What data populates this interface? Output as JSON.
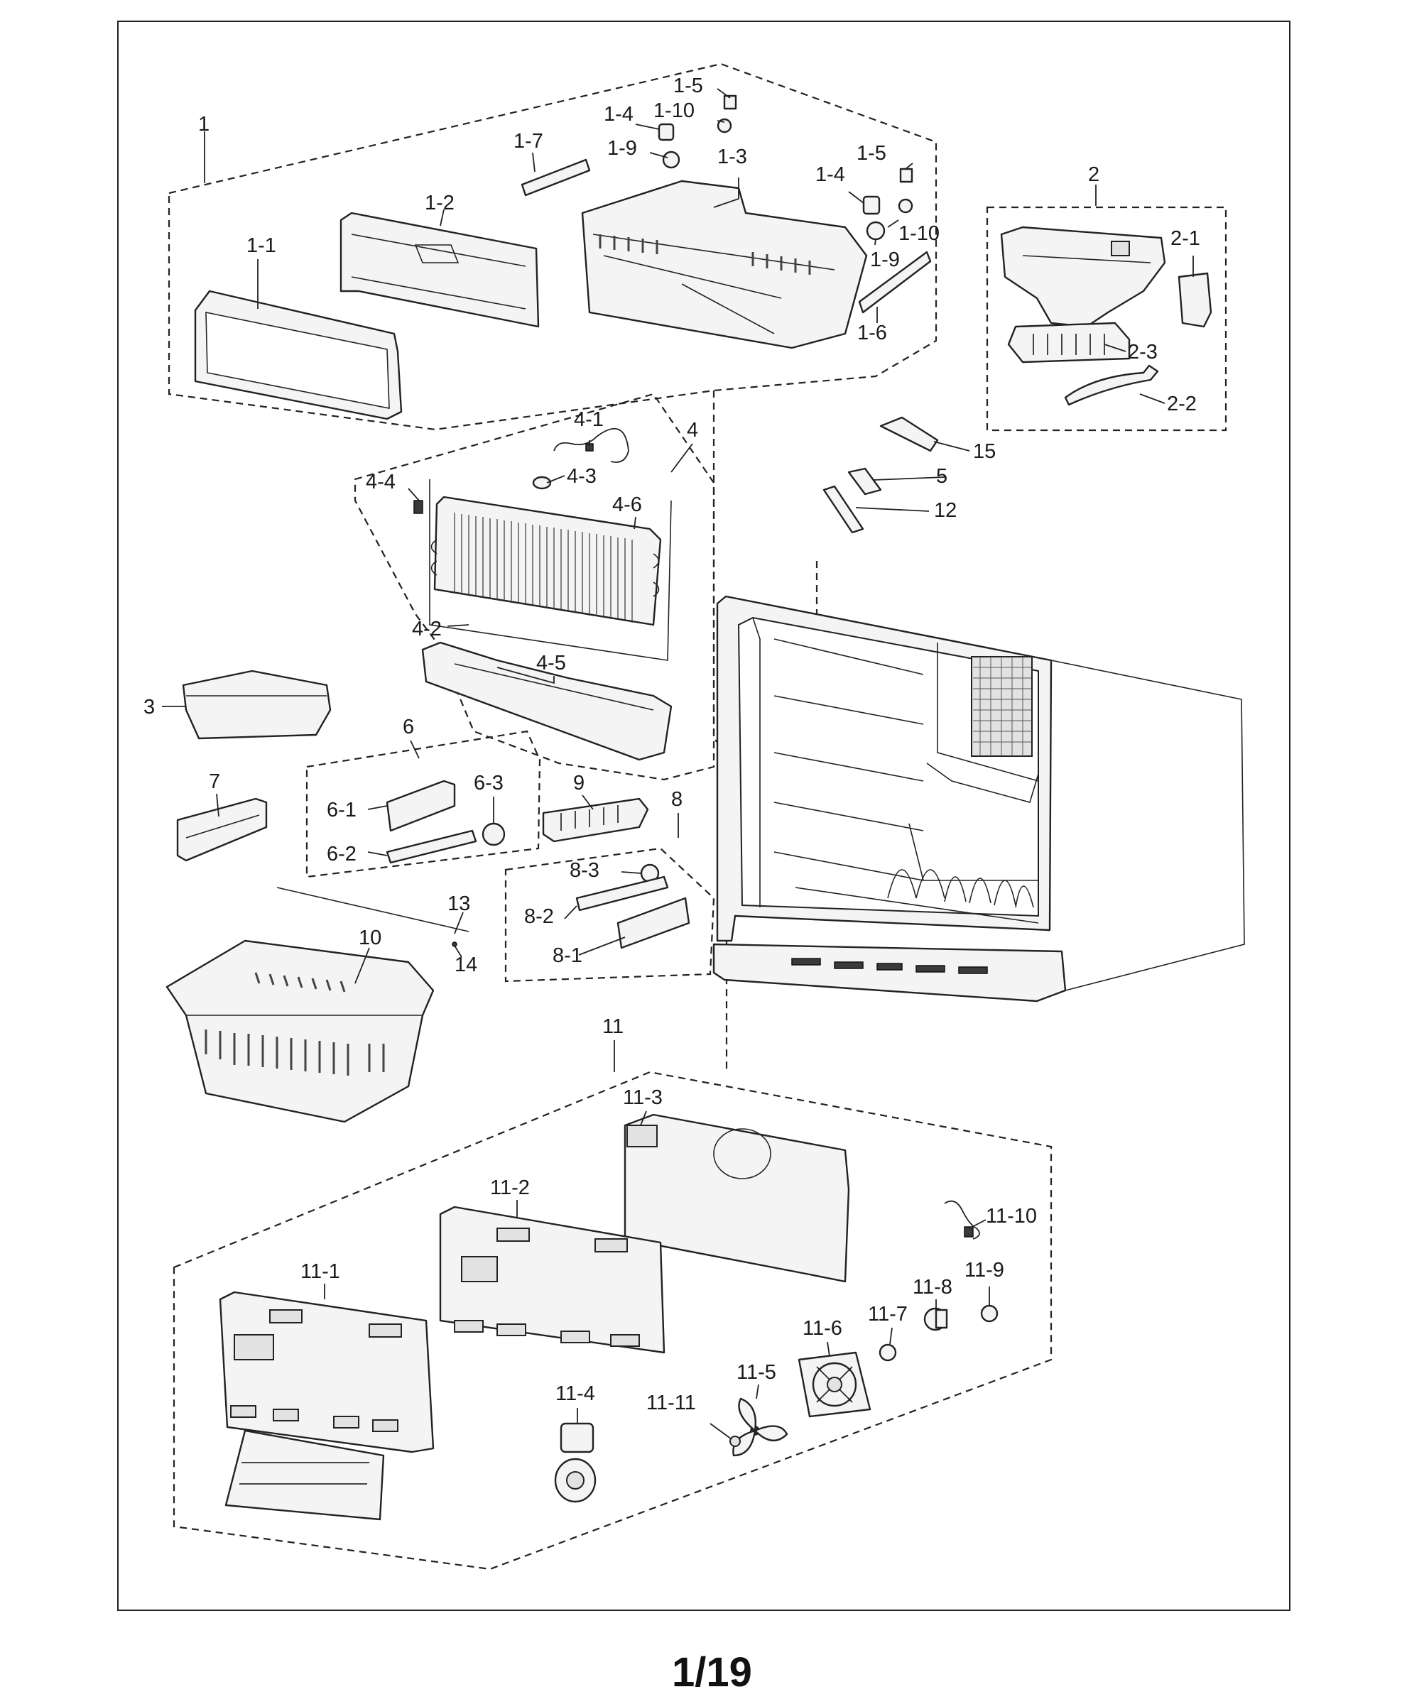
{
  "page_number": "1/19",
  "callouts": {
    "c1": "1",
    "c1_1": "1-1",
    "c1_2": "1-2",
    "c1_3": "1-3",
    "c1_4a": "1-4",
    "c1_4b": "1-4",
    "c1_5a": "1-5",
    "c1_5b": "1-5",
    "c1_6": "1-6",
    "c1_7": "1-7",
    "c1_9a": "1-9",
    "c1_9b": "1-9",
    "c1_10a": "1-10",
    "c1_10b": "1-10",
    "c2": "2",
    "c2_1": "2-1",
    "c2_2": "2-2",
    "c2_3": "2-3",
    "c3": "3",
    "c4": "4",
    "c4_1": "4-1",
    "c4_2": "4-2",
    "c4_3": "4-3",
    "c4_4": "4-4",
    "c4_5": "4-5",
    "c4_6": "4-6",
    "c5": "5",
    "c6": "6",
    "c6_1": "6-1",
    "c6_2": "6-2",
    "c6_3": "6-3",
    "c7": "7",
    "c8": "8",
    "c8_1": "8-1",
    "c8_2": "8-2",
    "c8_3": "8-3",
    "c9": "9",
    "c10": "10",
    "c11": "11",
    "c11_1": "11-1",
    "c11_2": "11-2",
    "c11_3": "11-3",
    "c11_4": "11-4",
    "c11_5": "11-5",
    "c11_6": "11-6",
    "c11_7": "11-7",
    "c11_8": "11-8",
    "c11_9": "11-9",
    "c11_10": "11-10",
    "c11_11": "11-11",
    "c12": "12",
    "c13": "13",
    "c14": "14",
    "c15": "15"
  }
}
